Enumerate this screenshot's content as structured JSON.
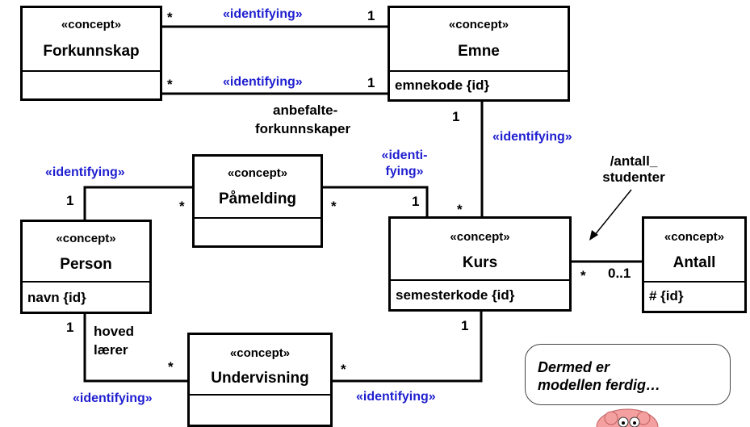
{
  "classes": {
    "forkunnskap": {
      "stereotype": "«concept»",
      "name": "Forkunnskap",
      "attribute": ""
    },
    "emne": {
      "stereotype": "«concept»",
      "name": "Emne",
      "attribute": "emnekode {id}"
    },
    "pamelding": {
      "stereotype": "«concept»",
      "name": "Påmelding",
      "attribute": ""
    },
    "person": {
      "stereotype": "«concept»",
      "name": "Person",
      "attribute": "navn {id}"
    },
    "kurs": {
      "stereotype": "«concept»",
      "name": "Kurs",
      "attribute": "semesterkode {id}"
    },
    "antall": {
      "stereotype": "«concept»",
      "name": "Antall",
      "attribute": "# {id}"
    },
    "undervisning": {
      "stereotype": "«concept»",
      "name": "Undervisning",
      "attribute": ""
    }
  },
  "associations": {
    "forkunnskap_emne_top": {
      "stereotype": "«identifying»",
      "mult_left": "*",
      "mult_right": "1"
    },
    "forkunnskap_emne_bottom": {
      "stereotype": "«identifying»",
      "mult_left": "*",
      "mult_right": "1",
      "role": [
        "anbefalte-",
        "forkunnskaper"
      ]
    },
    "emne_kurs": {
      "stereotype": "«identifying»",
      "mult_top": "1",
      "mult_bottom": "*"
    },
    "person_pamelding": {
      "stereotype": "«identifying»",
      "mult_person": "1",
      "mult_pamelding": "*"
    },
    "pamelding_kurs": {
      "stereotype": [
        "«identi-",
        "fying»"
      ],
      "mult_pamelding": "*",
      "mult_kurs": "1"
    },
    "kurs_antall": {
      "mult_kurs": "*",
      "mult_antall": "0..1",
      "derived": [
        "/antall_",
        "studenter"
      ]
    },
    "person_undervisning": {
      "stereotype": "«identifying»",
      "mult_person": "1",
      "mult_undervisning": "*",
      "role": [
        "hoved",
        "lærer"
      ]
    },
    "kurs_undervisning": {
      "stereotype": "«identifying»",
      "mult_kurs": "1",
      "mult_undervisning": "*"
    }
  },
  "speech_bubble": [
    "Dermed er",
    "modellen ferdig…"
  ],
  "colors": {
    "stereotype": "#1f1fd0",
    "lines": "#000000",
    "mascot": "#f5a0a0"
  }
}
